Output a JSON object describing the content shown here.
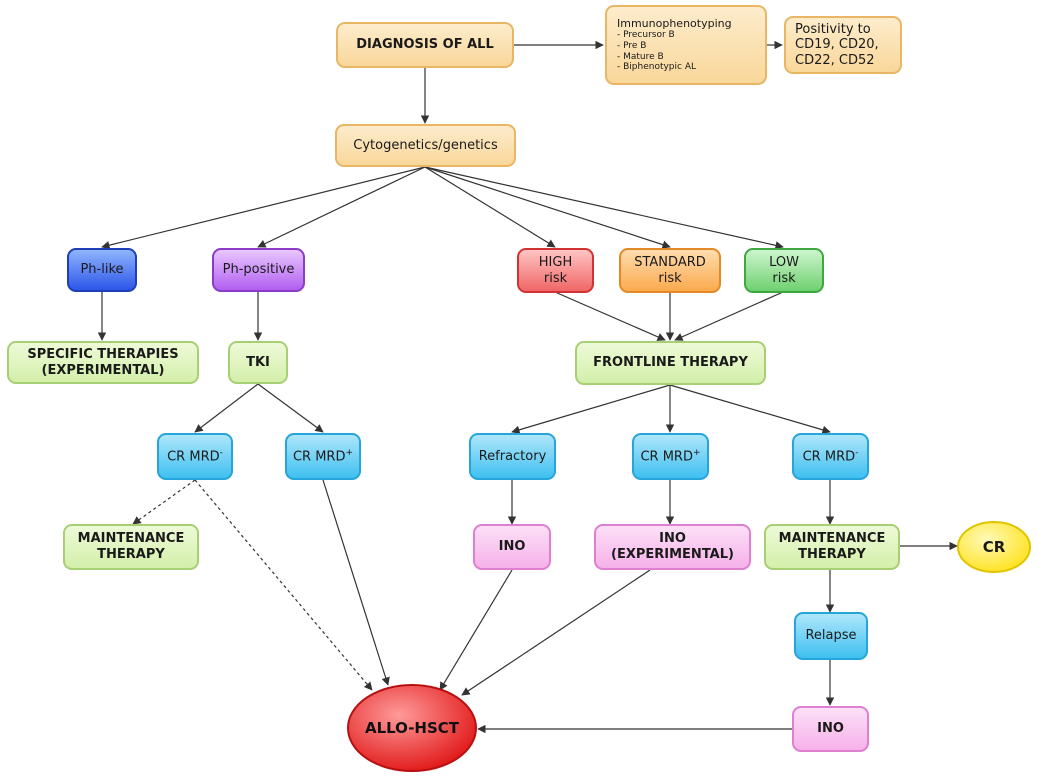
{
  "nodes": {
    "diagnosis": "DIAGNOSIS OF ALL",
    "immunophenotyping": {
      "title": "Immunophenotyping",
      "items": [
        "- Precursor B",
        "- Pre B",
        "- Mature B",
        "- Biphenotypic AL"
      ]
    },
    "positivity": [
      "Positivity to",
      "CD19, CD20,",
      "CD22, CD52"
    ],
    "cytogenetics": "Cytogenetics/genetics",
    "ph_like": "Ph-like",
    "ph_positive": "Ph-positive",
    "high_risk": [
      "HIGH",
      "risk"
    ],
    "standard_risk": [
      "STANDARD",
      "risk"
    ],
    "low_risk": [
      "LOW",
      "risk"
    ],
    "specific_therapies": [
      "SPECIFIC THERAPIES",
      "(EXPERIMENTAL)"
    ],
    "tki": "TKI",
    "frontline_therapy": "FRONTLINE THERAPY",
    "cr_mrd_neg_left": {
      "base": "CR MRD",
      "sup": "-"
    },
    "cr_mrd_pos_left": {
      "base": "CR MRD",
      "sup": "+"
    },
    "refractory": "Refractory",
    "cr_mrd_pos_right": {
      "base": "CR MRD",
      "sup": "+"
    },
    "cr_mrd_neg_right": {
      "base": "CR MRD",
      "sup": "-"
    },
    "maintenance_left": [
      "MAINTENANCE",
      "THERAPY"
    ],
    "ino_refractory": "INO",
    "ino_experimental": [
      "INO",
      "(EXPERIMENTAL)"
    ],
    "maintenance_right": [
      "MAINTENANCE",
      "THERAPY"
    ],
    "cr": "CR",
    "relapse": "Relapse",
    "ino_relapse": "INO",
    "allo_hsct": "ALLO-HSCT"
  },
  "colors": {
    "line": "#333333",
    "orange_fill": "#f9d79a",
    "green_fill": "#d3efaa",
    "cyan_fill": "#3fc0f0",
    "pink_fill": "#f6b1ea",
    "blue_fill": "#2c56e8",
    "purple_fill": "#b25ff0",
    "red_fill": "#f06666",
    "amber_fill": "#fbaa4e",
    "lgreen_fill": "#6fd070",
    "cr_fill": "#ffea3a",
    "allo_fill": "#e62020"
  }
}
